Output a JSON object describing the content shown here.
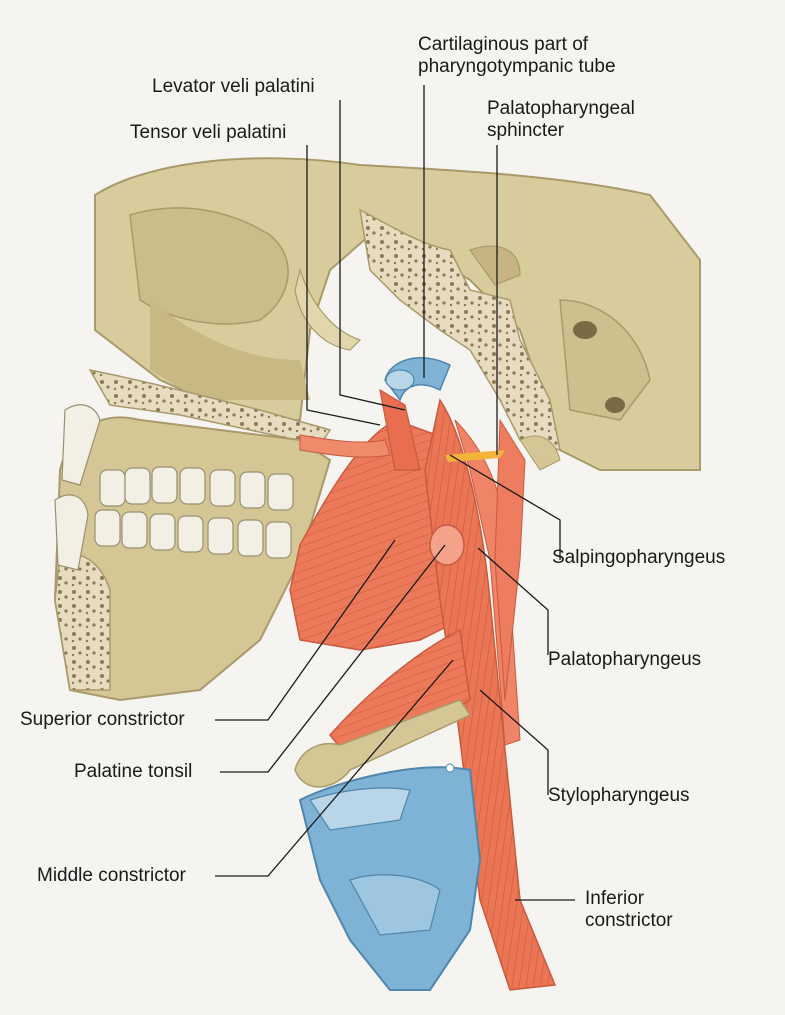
{
  "labels": {
    "cartilaginous": [
      "Cartilaginous part of",
      "pharyngotympanic tube"
    ],
    "levator": "Levator veli palatini",
    "tensor": "Tensor veli palatini",
    "palatopharyngeal_sphincter": [
      "Palatopharyngeal",
      "sphincter"
    ],
    "salpingopharyngeus": "Salpingopharyngeus",
    "palatopharyngeus": "Palatopharyngeus",
    "superior_constrictor": "Superior constrictor",
    "palatine_tonsil": "Palatine tonsil",
    "stylopharyngeus": "Stylopharyngeus",
    "middle_constrictor": "Middle constrictor",
    "inferior_constrictor": [
      "Inferior",
      "constrictor"
    ]
  },
  "colors": {
    "bone": "#d9cc9c",
    "bone_dark": "#a99a6a",
    "muscle": "#ec7a5a",
    "muscle_dark": "#c85a3e",
    "cartilage": "#7fb3d6",
    "cartilage_light": "#b8d6e8",
    "teeth": "#f2efe4",
    "tonsil": "#f4a38a",
    "leader": "#1a1a1a"
  }
}
